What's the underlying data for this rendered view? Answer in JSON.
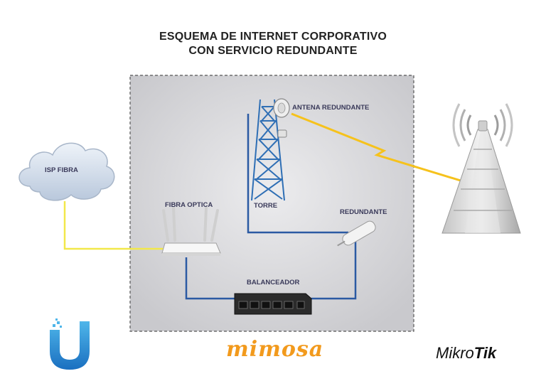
{
  "title": {
    "line1": "ESQUEMA DE INTERNET CORPORATIVO",
    "line2": "CON SERVICIO REDUNDANTE"
  },
  "labels": {
    "isp": "ISP FIBRA",
    "fibra_optica": "FIBRA OPTICA",
    "torre": "TORRE",
    "antena": "ANTENA REDUNDANTE",
    "redundante": "REDUNDANTE",
    "balanceador": "BALANCEADOR"
  },
  "logos": {
    "mimosa": "mimosa",
    "mikrotik_a": "Mikro",
    "mikrotik_b": "Tik"
  },
  "colors": {
    "fiber_line": "#f2e84a",
    "lan_line": "#2b5aa3",
    "wireless_link": "#f6c21c",
    "zone_fill": "#d7d7da"
  }
}
